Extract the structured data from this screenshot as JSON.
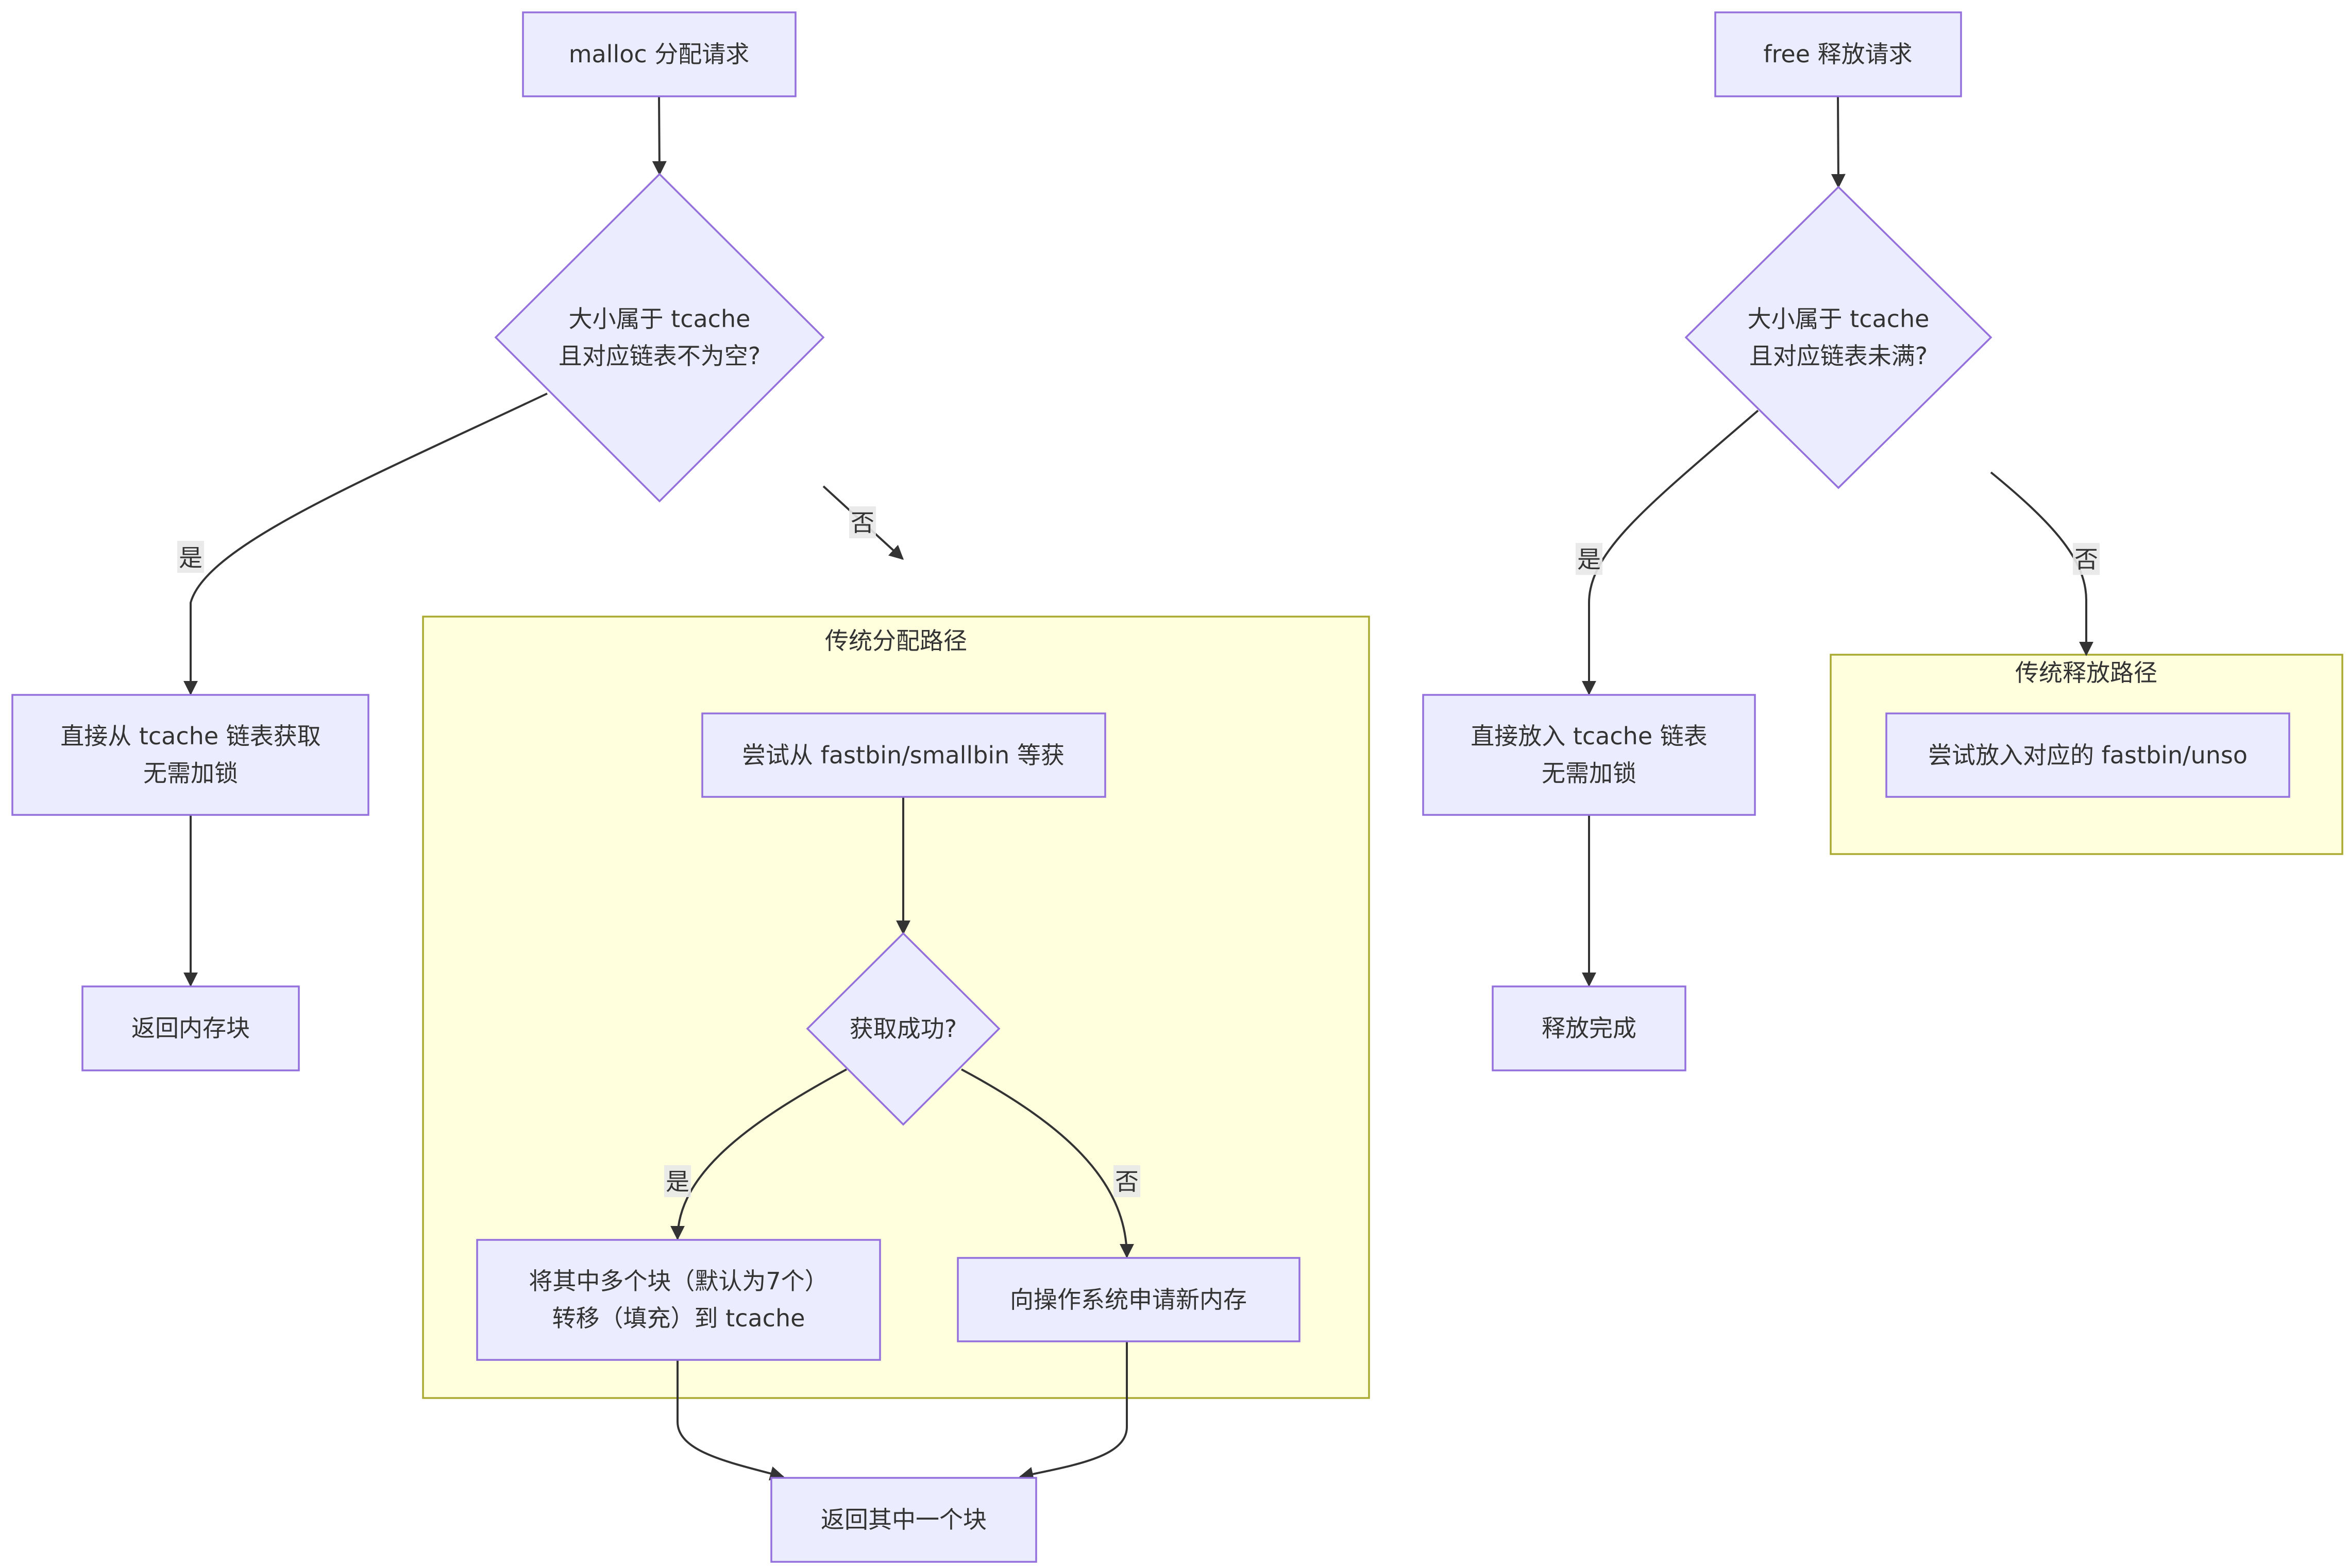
{
  "nodes": {
    "malloc_request": "malloc 分配请求",
    "malloc_check_line1": "大小属于 tcache",
    "malloc_check_line2": "且对应链表不为空?",
    "get_from_tcache_line1": "直接从 tcache 链表获取",
    "get_from_tcache_line2": "无需加锁",
    "return_block": "返回内存块",
    "try_fastbin": "尝试从 fastbin/smallbin 等获",
    "get_success": "获取成功?",
    "transfer_line1": "将其中多个块（默认为7个）",
    "transfer_line2": "转移（填充）到 tcache",
    "request_os": "向操作系统申请新内存",
    "return_one": "返回其中一个块",
    "free_request": "free 释放请求",
    "free_check_line1": "大小属于 tcache",
    "free_check_line2": "且对应链表未满?",
    "put_tcache_line1": "直接放入 tcache 链表",
    "put_tcache_line2": "无需加锁",
    "free_done": "释放完成",
    "try_put_fastbin": "尝试放入对应的 fastbin/unso"
  },
  "clusters": {
    "traditional_alloc": "传统分配路径",
    "traditional_free": "传统释放路径"
  },
  "edge_labels": {
    "yes": "是",
    "no": "否"
  },
  "colors": {
    "node_fill": "#ececff",
    "node_stroke": "#9370db",
    "cluster_fill": "#ffffde",
    "cluster_stroke": "#aaaa33",
    "edge": "#333333",
    "text": "#333333"
  }
}
